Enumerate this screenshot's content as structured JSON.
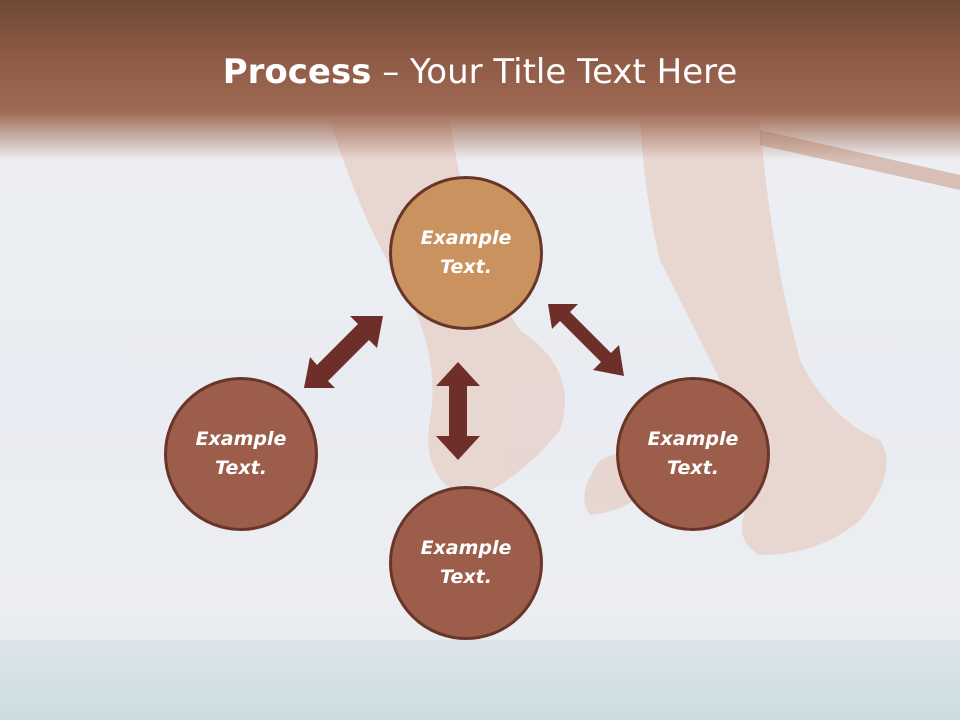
{
  "title": {
    "bold": "Process",
    "rest": " – Your Title Text Here"
  },
  "nodes": {
    "top": "Example\nText.",
    "left": "Example\nText.",
    "right": "Example\nText.",
    "bottom": "Example\nText."
  },
  "colors": {
    "header": "#8d5a45",
    "main_circle": "#c9925f",
    "sub_circle": "#9c5e4b",
    "arrow": "#6e2f2a",
    "circle_border": "#6a3529"
  }
}
